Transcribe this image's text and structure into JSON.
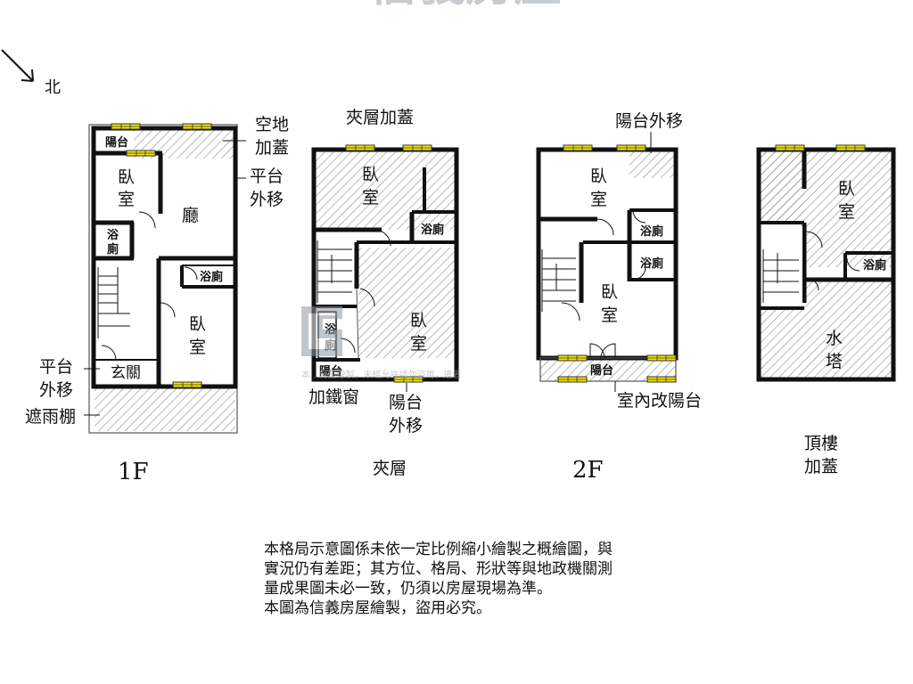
{
  "compass": {
    "label": "北"
  },
  "watermark": {
    "brand": "信義房屋",
    "caption": "本      ,      房屋繪製，未經允許請勿盜用，違者"
  },
  "floor1": {
    "title": "1F",
    "rooms": {
      "balcony": "陽台",
      "bedroom1_a": "臥",
      "bedroom1_b": "室",
      "hall": "廳",
      "bath1_a": "浴",
      "bath1_b": "廁",
      "bath2": "浴廁",
      "bedroom2_a": "臥",
      "bedroom2_b": "室",
      "entrance": "玄關"
    },
    "callouts": {
      "land_a": "空地",
      "land_b": "加蓋",
      "platform_a": "平台",
      "platform_b": "外移",
      "platform2_a": "平台",
      "platform2_b": "外移",
      "awning": "遮雨棚"
    }
  },
  "mezzanine": {
    "title": "夾層",
    "top_note": "夾層加蓋",
    "rooms": {
      "bedroom1_a": "臥",
      "bedroom1_b": "室",
      "bath1": "浴廁",
      "bedroom2_a": "臥",
      "bedroom2_b": "室",
      "bath2_a": "浴",
      "bath2_b": "廁",
      "balcony": "陽台"
    },
    "callouts": {
      "iron_window": "加鐵窗",
      "balcony_move_a": "陽台",
      "balcony_move_b": "外移"
    }
  },
  "floor2": {
    "title": "2F",
    "top_note": "陽台外移",
    "rooms": {
      "bedroom1_a": "臥",
      "bedroom1_b": "室",
      "bath1": "浴廁",
      "bath2": "浴廁",
      "bedroom2_a": "臥",
      "bedroom2_b": "室",
      "balcony": "陽台"
    },
    "callouts": {
      "indoor_balcony": "室內改陽台"
    }
  },
  "rooftop": {
    "title_a": "頂樓",
    "title_b": "加蓋",
    "rooms": {
      "bedroom_a": "臥",
      "bedroom_b": "室",
      "bath": "浴廁",
      "tower_a": "水",
      "tower_b": "塔"
    }
  },
  "disclaimer": {
    "line1": "本格局示意圖係未依一定比例縮小繪製之概繪圖，與",
    "line2": "實況仍有差距；其方位、格局、形狀等與地政機關測",
    "line3": "量成果圖未必一致，仍須以房屋現場為準。",
    "line4": "本圖為信義房屋繪製，盜用必究。"
  },
  "colors": {
    "wall": "#111111",
    "window": "#f2e600",
    "hatch": "#8a8a8a"
  }
}
